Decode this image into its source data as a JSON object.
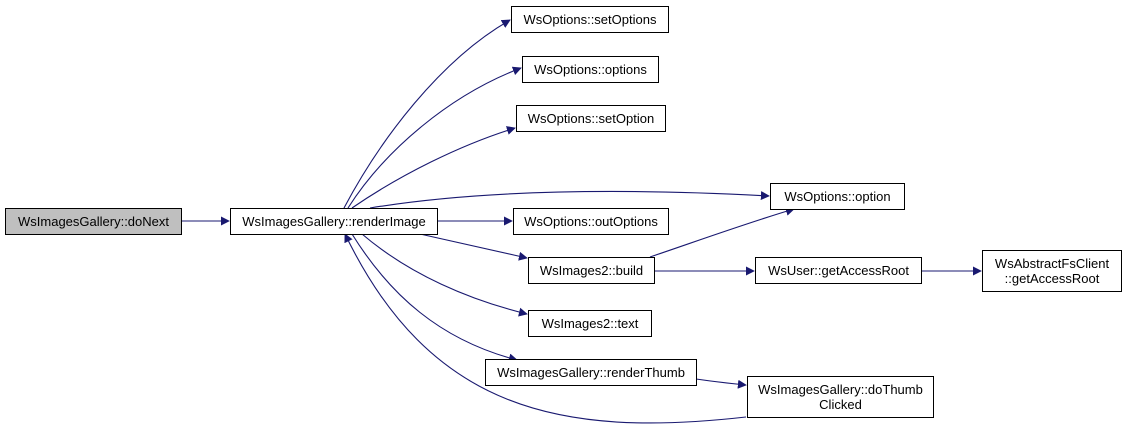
{
  "graph": {
    "edge_color": "#191970",
    "root_fill": "#bfbfbf",
    "nodes": {
      "doNext": "WsImagesGallery::doNext",
      "renderImage": "WsImagesGallery::renderImage",
      "setOptions": "WsOptions::setOptions",
      "options": "WsOptions::options",
      "setOption": "WsOptions::setOption",
      "option": "WsOptions::option",
      "outOptions": "WsOptions::outOptions",
      "build": "WsImages2::build",
      "getAccessRoot": "WsUser::getAccessRoot",
      "fsGetAccessRoot": "WsAbstractFsClient\n::getAccessRoot",
      "text": "WsImages2::text",
      "renderThumb": "WsImagesGallery::renderThumb",
      "doThumbClicked": "WsImagesGallery::doThumb\nClicked"
    }
  }
}
